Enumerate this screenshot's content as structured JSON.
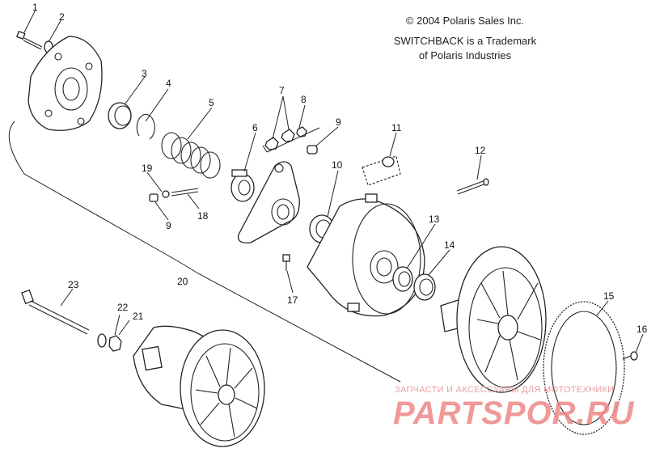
{
  "notice": {
    "line1": "© 2004 Polaris Sales Inc.",
    "line2": "SWITCHBACK is a Trademark",
    "line3": "of Polaris Industries"
  },
  "callouts": [
    "1",
    "2",
    "3",
    "4",
    "5",
    "6",
    "7",
    "8",
    "9",
    "9",
    "10",
    "11",
    "12",
    "13",
    "14",
    "15",
    "16",
    "17",
    "18",
    "19",
    "20",
    "21",
    "22",
    "23"
  ],
  "watermark": {
    "top": "ЗАПЧАСТИ И АКСЕССУАРЫ ДЛЯ МОТОТЕХНИКИ",
    "brand": "PARTSPOR.RU"
  }
}
